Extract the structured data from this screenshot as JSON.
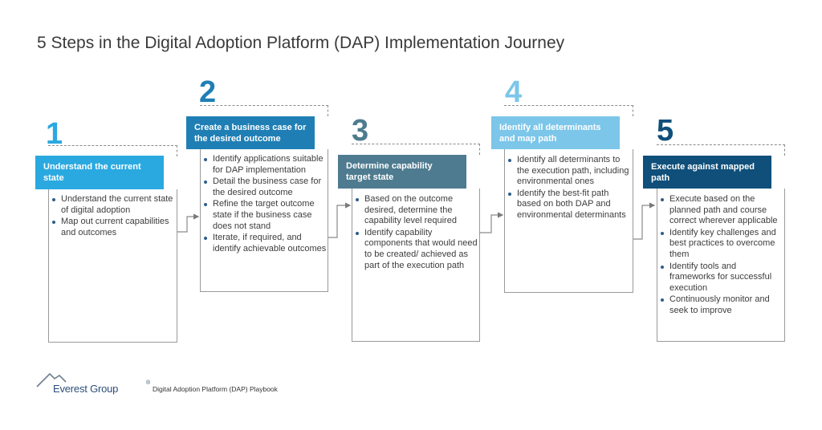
{
  "title": "5 Steps in the Digital Adoption Platform (DAP) Implementation Journey",
  "colors": {
    "step1": "#2aa9e0",
    "step2": "#1f7fb5",
    "step3": "#4e7b8f",
    "step4": "#7cc6ea",
    "step5": "#0f4f7a",
    "frame": "#9a9a9a"
  },
  "steps": [
    {
      "number": "1",
      "header": "Understand the current state",
      "bullets": [
        "Understand the current state of digital adoption",
        "Map out current capabilities and outcomes"
      ]
    },
    {
      "number": "2",
      "header": "Create a business case for the desired outcome",
      "bullets": [
        "Identify applications suitable for DAP implementation",
        "Detail the business case for the desired outcome",
        "Refine the target outcome state if the business case does not stand",
        "Iterate, if required, and identify achievable outcomes"
      ]
    },
    {
      "number": "3",
      "header": "Determine capability target state",
      "bullets": [
        "Based on the outcome desired, determine the capability level required",
        "Identify capability components that would need to be created/ achieved as part of the execution path"
      ]
    },
    {
      "number": "4",
      "header": "Identify all determinants and map path",
      "bullets": [
        "Identify all determinants to the execution path, including environmental ones",
        "Identify the best-fit path based on both DAP and environmental determinants"
      ]
    },
    {
      "number": "5",
      "header": "Execute against mapped path",
      "bullets": [
        "Execute based on the planned path and course correct wherever applicable",
        "Identify key challenges and best practices to overcome them",
        "Identify tools and frameworks for successful execution",
        "Continuously monitor and seek to improve"
      ]
    }
  ],
  "footer": {
    "brand": "Everest Group",
    "registered": "®",
    "caption": "Digital Adoption Platform (DAP) Playbook",
    "logo_icon": "mountain-peak-icon"
  }
}
